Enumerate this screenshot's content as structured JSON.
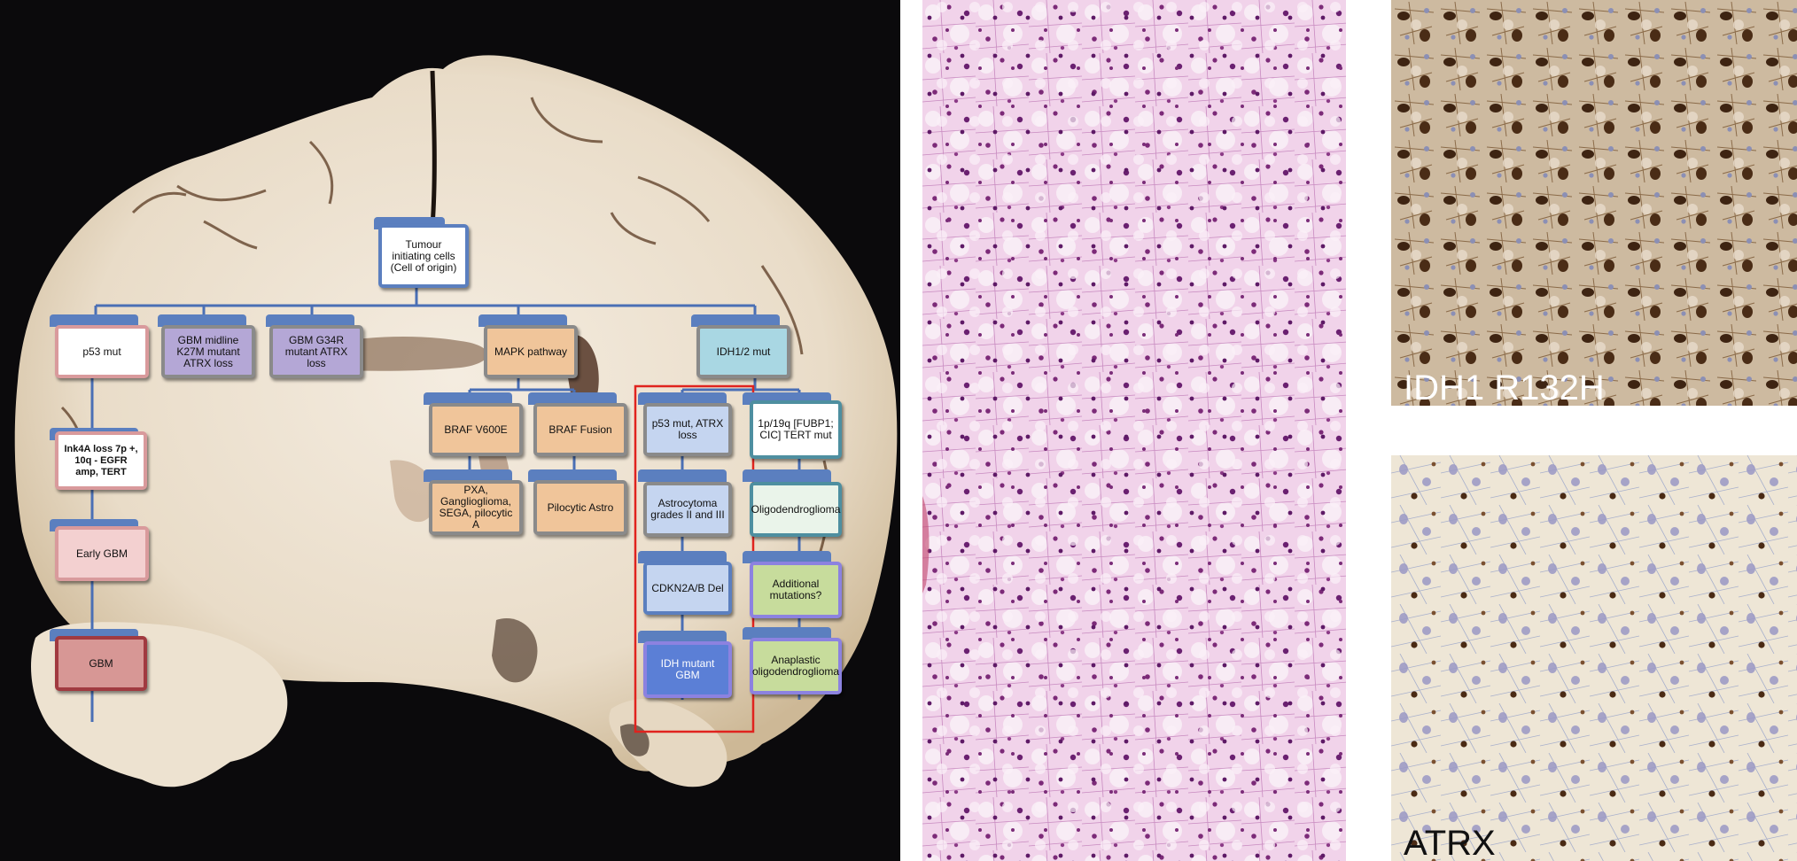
{
  "diagram": {
    "root": "Tumour initiating cells (Cell of origin)",
    "branches": {
      "p53": {
        "head": "p53 mut",
        "children": [
          "Ink4A loss 7p +, 10q - EGFR amp, TERT",
          "Early GBM",
          "GBM"
        ]
      },
      "k27m": {
        "head": "GBM midline K27M mutant ATRX loss"
      },
      "g34r": {
        "head": "GBM G34R mutant ATRX loss"
      },
      "mapk": {
        "head": "MAPK pathway",
        "braf_v600e": "BRAF V600E",
        "braf_fusion": "BRAF Fusion",
        "pxa": "PXA, Ganglioglioma, SEGA, pilocytic A",
        "pilocytic": "Pilocytic Astro"
      },
      "idh": {
        "head": "IDH1/2 mut",
        "astro": [
          "p53 mut, ATRX loss",
          "Astrocytoma grades II and III",
          "CDKN2A/B Del",
          "IDH mutant GBM"
        ],
        "oligo": [
          "1p/19q [FUBP1; CIC] TERT mut",
          "Oligodendroglioma",
          "Additional mutations?",
          "Anaplastic oligodendroglioma"
        ]
      }
    }
  },
  "panels": {
    "idh_stain_label": "IDH1 R132H",
    "atrx_stain_label": "ATRX"
  }
}
